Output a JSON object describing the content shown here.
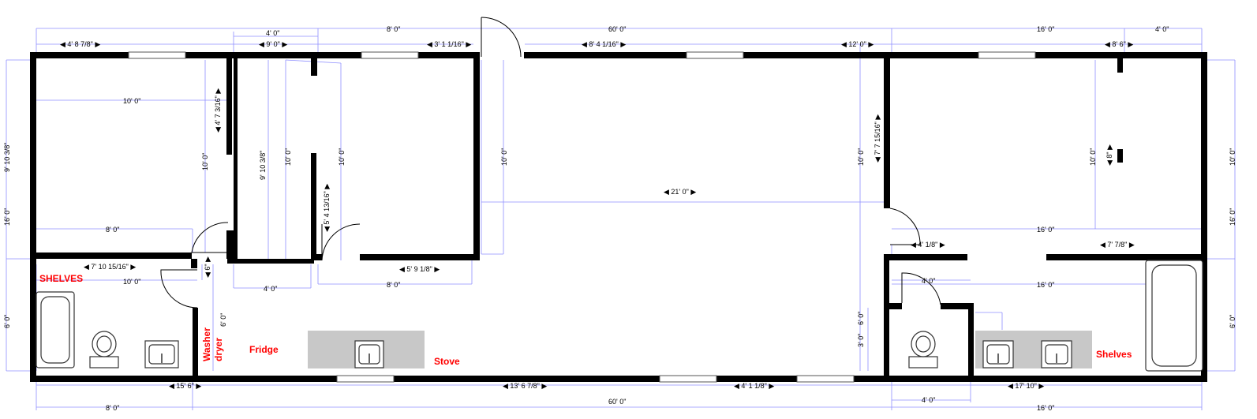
{
  "colors": {
    "wall": "#000000",
    "dimension_line": "#8f8fff",
    "label_text": "#ff0000",
    "counter": "#c8c8c8"
  },
  "room_labels": {
    "shelves_left": "SHELVES",
    "washer": "Washer",
    "dryer": "dryer",
    "fridge": "Fridge",
    "stove": "Stove",
    "shelves_right": "Shelves"
  },
  "dims": {
    "top_8_0": "8' 0\"",
    "top_60_0": "60' 0\"",
    "top_16_0": "16' 0\"",
    "top_4_0_right": "4' 0\"",
    "top_4_0_mid": "4' 0\"",
    "r1_4_8_7_8": "◀ 4' 8 7/8\" ▶",
    "r1_9_0": "◀ 9' 0\" ▶",
    "r1_3_1_1_16": "◀ 3' 1 1/16\" ▶",
    "r1_8_4_1_16": "◀ 8' 4 1/16\" ▶",
    "r1_12_0": "◀ 12' 0\" ▶",
    "r1_8_6": "◀ 8' 6\" ▶",
    "br1_10_0": "10' 0\"",
    "br1_8_0": "8' 0\"",
    "br1_10_0_v": "10' 0\"",
    "closet_4_7_3_16": "◀ 4' 7 3/16\" ▶",
    "br2_9_10_3_8": "9' 10 3/8\"",
    "br2_10_0_v": "10' 0\"",
    "br2_10_0_v2": "10' 0\"",
    "br2_5_4_13_16": "◀ 5' 4 13/16\" ▶",
    "br2_5_9_1_8": "◀ 5' 9 1/8\" ▶",
    "br2_8_0_bot": "8' 0\"",
    "br2_4_0_bot": "4' 0\"",
    "left_9_10_3_8": "9' 10 3/8\"",
    "left_16_0": "16' 0\"",
    "left_6_0": "6' 0\"",
    "right_10_0": "10' 0\"",
    "right_16_0": "16' 0\"",
    "right_6_0": "6' 0\"",
    "living_10_0": "10' 0\"",
    "living_21_0": "◀ 21' 0\" ▶",
    "mbr_7_7_15_16": "◀ 7' 7 15/16\" ▶",
    "mbr_10_0_left": "10' 0\"",
    "mbr_10_0_right": "10' 0\"",
    "mbr_8": "◀ 8\" ▶",
    "mbr_16_0": "16' 0\"",
    "mbr_4_1_8": "◀ 4' 1/8\" ▶",
    "mbr_7_7_8": "◀ 7'  7/8\" ▶",
    "bath1_7_10_15_16": "◀ 7' 10 15/16\" ▶",
    "bath1_10_0": "10' 0\"",
    "bath1_6": "◀ 6\" ▶",
    "hall_6_0": "6' 0\"",
    "bath2_4_0": "4' 0\"",
    "bath2_16_0": "16' 0\"",
    "bath2_3_0": "3' 0\"",
    "bath2_6_0": "6' 0\"",
    "bot_15_6": "◀ 15' 6\" ▶",
    "bot_13_6_7_8": "◀ 13' 6 7/8\" ▶",
    "bot_4_1_1_8": "◀ 4' 1 1/8\" ▶",
    "bot_17_10": "◀ 17' 10\" ▶",
    "bot_4_0": "4' 0\"",
    "bot_8_0": "8' 0\"",
    "bot_60_0": "60' 0\"",
    "bot_16_0": "16' 0\""
  }
}
